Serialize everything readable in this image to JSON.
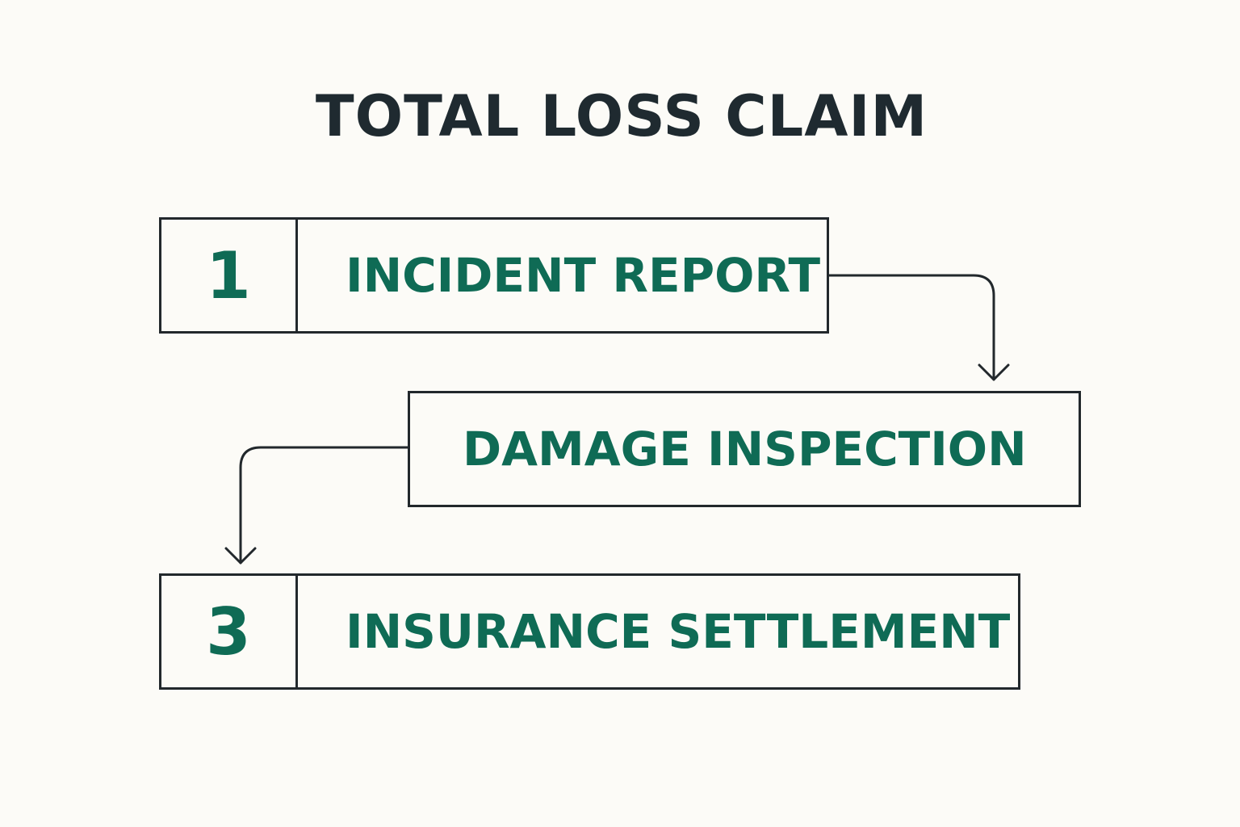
{
  "title": "TOTAL LOSS CLAIM",
  "colors": {
    "background": "#fcfbf7",
    "title": "#1f2a30",
    "accent": "#0f6b55",
    "border": "#22282c"
  },
  "steps": [
    {
      "number": "1",
      "label": "INCIDENT REPORT"
    },
    {
      "number": "",
      "label": "DAMAGE INSPECTION"
    },
    {
      "number": "3",
      "label": "INSURANCE SETTLEMENT"
    }
  ],
  "connectors": [
    {
      "from": "step-1",
      "to": "step-2",
      "icon": "arrow-down-icon"
    },
    {
      "from": "step-2",
      "to": "step-3",
      "icon": "arrow-down-icon"
    }
  ]
}
